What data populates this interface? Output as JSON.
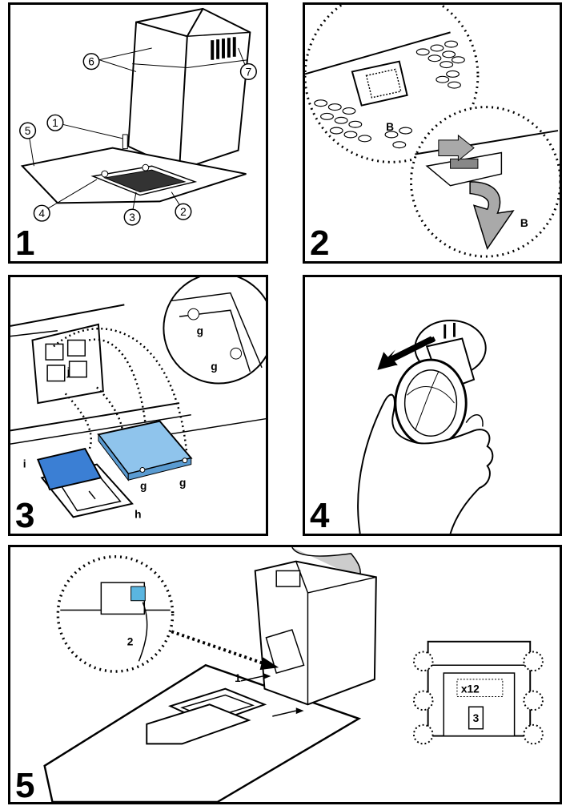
{
  "panels": [
    {
      "step": "1",
      "callouts": [
        "1",
        "2",
        "3",
        "4",
        "5",
        "6",
        "7"
      ]
    },
    {
      "step": "2",
      "labels": [
        "B",
        "B"
      ]
    },
    {
      "step": "3",
      "labels": [
        "j",
        "g",
        "g",
        "i",
        "g",
        "h"
      ]
    },
    {
      "step": "4"
    },
    {
      "step": "5",
      "labels": [
        "2",
        "1",
        "x12",
        "3"
      ]
    }
  ],
  "colors": {
    "filter_blue": "#3b7fd4",
    "filter_light_blue": "#8fc4ec",
    "arrow_gray": "#a9a9a9",
    "line": "#000000"
  }
}
